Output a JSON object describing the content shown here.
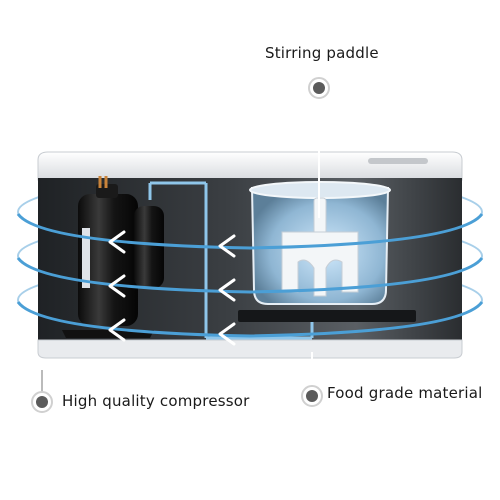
{
  "callouts": {
    "stirring_paddle": "Stirring paddle",
    "compressor": "High quality compressor",
    "food_grade": "Food grade material"
  },
  "colors": {
    "body_dark": "#2b2e31",
    "body_light": "#eef0f2",
    "cooling_lines": "#5aa6d6",
    "bowl_glow": "#cfe8fb",
    "marker": "#5b5b5b"
  },
  "icons": {
    "marker": "callout-dot-icon",
    "arrow": "airflow-arrow-icon"
  }
}
